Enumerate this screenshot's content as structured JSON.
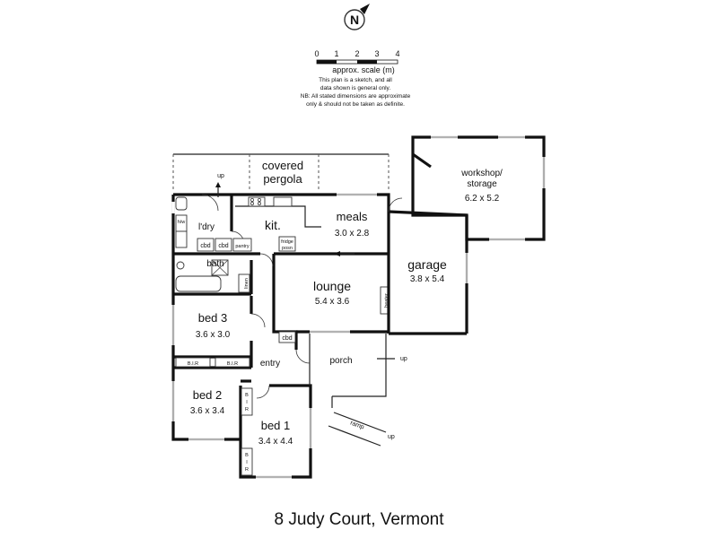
{
  "title": "8 Judy Court, Vermont",
  "compass": {
    "label": "N",
    "icon": "north-arrow-icon"
  },
  "scale": {
    "ticks": [
      "0",
      "1",
      "2",
      "3",
      "4"
    ],
    "label": "approx. scale (m)",
    "note_lines": [
      "This plan is a sketch, and all",
      "data shown is general only.",
      "NB: All stated dimensions are approximate",
      "only & should not be taken as definite."
    ]
  },
  "rooms": {
    "covered_pergola": {
      "line1": "covered",
      "line2": "pergola"
    },
    "workshop": {
      "line1": "workshop/",
      "line2": "storage",
      "dims": "6.2 x 5.2"
    },
    "kitchen": {
      "name": "kit."
    },
    "meals": {
      "name": "meals",
      "dims": "3.0 x 2.8"
    },
    "laundry": {
      "name": "l'dry"
    },
    "garage": {
      "name": "garage",
      "dims": "3.8 x 5.4"
    },
    "bath": {
      "name": "bath"
    },
    "lounge": {
      "name": "lounge",
      "dims": "5.4 x 3.6"
    },
    "bed3": {
      "name": "bed 3",
      "dims": "3.6 x 3.0"
    },
    "porch": {
      "name": "porch"
    },
    "entry": {
      "name": "entry"
    },
    "bed2": {
      "name": "bed 2",
      "dims": "3.6 x 3.4"
    },
    "bed1": {
      "name": "bed 1",
      "dims": "3.4 x 4.4"
    }
  },
  "fixtures": {
    "cbd": "cbd",
    "pantry": "pantry",
    "fridge_line1": "fridge",
    "fridge_line2": "posn",
    "linen": "linen",
    "heater": "heater",
    "bir": "B.I.R",
    "bir_v1": "B",
    "bir_v2": "I",
    "bir_v3": "R",
    "hot_water": "h/w",
    "up": "up",
    "ramp": "ramp"
  }
}
